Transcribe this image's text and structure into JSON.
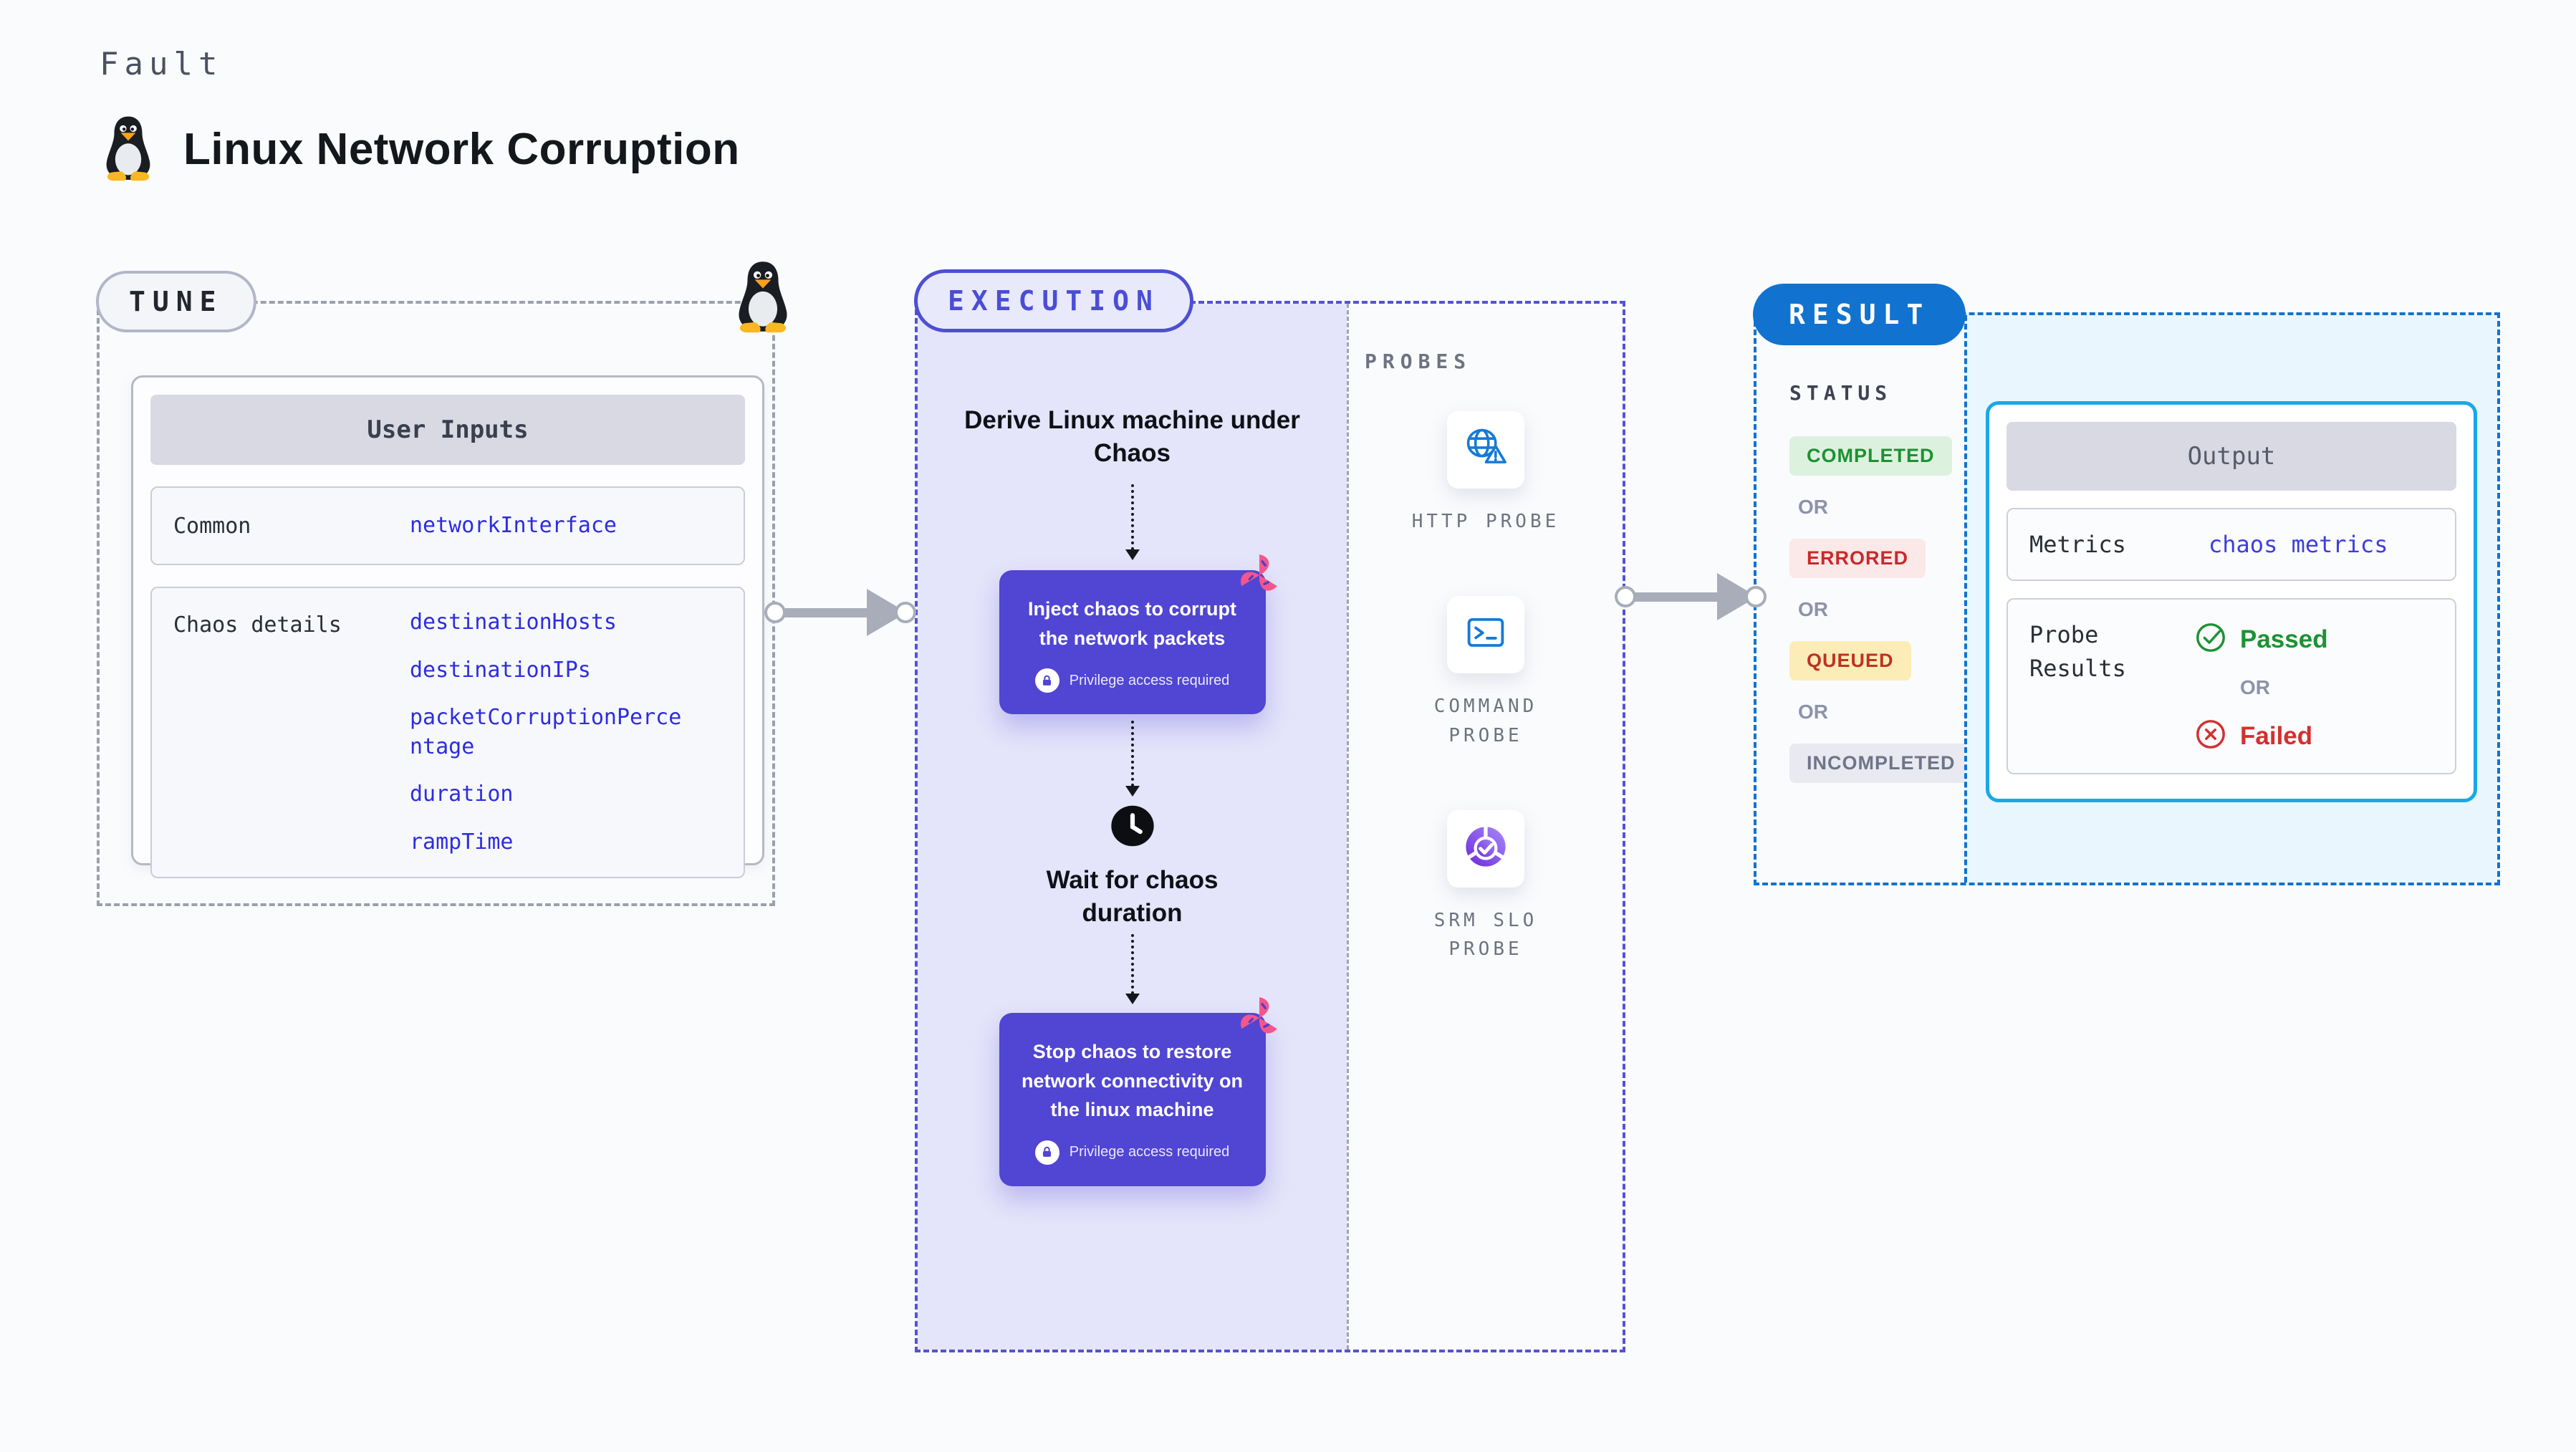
{
  "header": {
    "eyebrow": "Fault",
    "title": "Linux Network Corruption"
  },
  "tune": {
    "label": "TUNE",
    "user_inputs": {
      "header": "User Inputs",
      "common_label": "Common",
      "common_values": [
        "networkInterface"
      ],
      "chaos_label": "Chaos details",
      "chaos_values": [
        "destinationHosts",
        "destinationIPs",
        "packetCorruptionPercentage",
        "duration",
        "rampTime"
      ]
    }
  },
  "execution": {
    "label": "EXECUTION",
    "step_derive": "Derive Linux machine under Chaos",
    "step_inject": "Inject chaos to corrupt the network packets",
    "step_wait": "Wait for chaos duration",
    "step_stop": "Stop chaos to restore network connectivity on the linux machine",
    "privilege_note": "Privilege access required"
  },
  "probes": {
    "label": "PROBES",
    "items": [
      {
        "name": "HTTP PROBE",
        "icon": "globe-warning-icon"
      },
      {
        "name": "COMMAND PROBE",
        "icon": "terminal-icon"
      },
      {
        "name": "SRM SLO PROBE",
        "icon": "slo-donut-check-icon"
      }
    ]
  },
  "result": {
    "label": "RESULT",
    "status": {
      "label": "STATUS",
      "separator": "OR",
      "options": [
        "COMPLETED",
        "ERRORED",
        "QUEUED",
        "INCOMPLETED"
      ]
    },
    "output": {
      "header": "Output",
      "metrics_label": "Metrics",
      "metrics_value": "chaos metrics",
      "probe_results_label": "Probe Results",
      "passed": "Passed",
      "separator": "OR",
      "failed": "Failed"
    }
  },
  "colors": {
    "page_bg": "#fafbfd",
    "tune_dash": "#9ba1ac",
    "execution_accent": "#4d4fd4",
    "execution_bg": "#e4e4fa",
    "chaos_card_bg": "#5145d3",
    "pinwheel_pink": "#f4568c",
    "result_blue": "#1173cf",
    "output_border": "#18a8e8",
    "output_bg": "#e9f6fd",
    "value_blue": "#2d2de0",
    "passed_green": "#1d9134",
    "failed_red": "#d32f2f",
    "queued_bg": "#fcedb8",
    "arrow_gray": "#a9adba",
    "probe_icon_blue": "#1779d5"
  }
}
